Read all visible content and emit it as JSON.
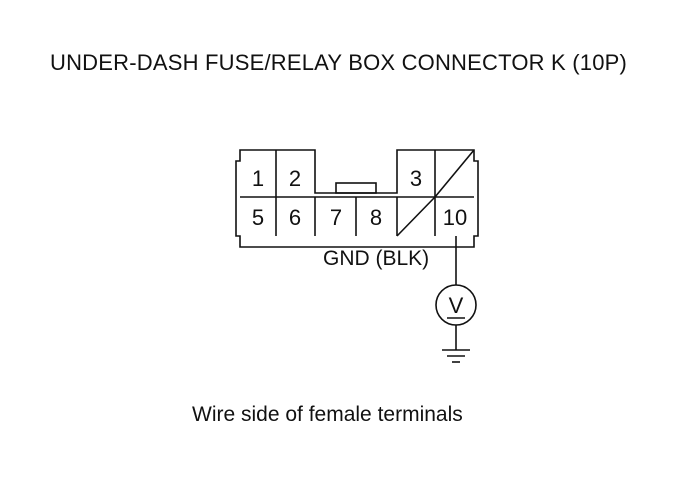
{
  "title": "UNDER-DASH FUSE/RELAY BOX CONNECTOR K (10P)",
  "connector": {
    "terminals_top": [
      "1",
      "2",
      "3"
    ],
    "terminals_bottom": [
      "5",
      "6",
      "7",
      "8",
      "10"
    ],
    "empty_cavities": [
      "4",
      "9"
    ]
  },
  "wire_label": "GND (BLK)",
  "meter_symbol": "V",
  "caption": "Wire side of female terminals"
}
